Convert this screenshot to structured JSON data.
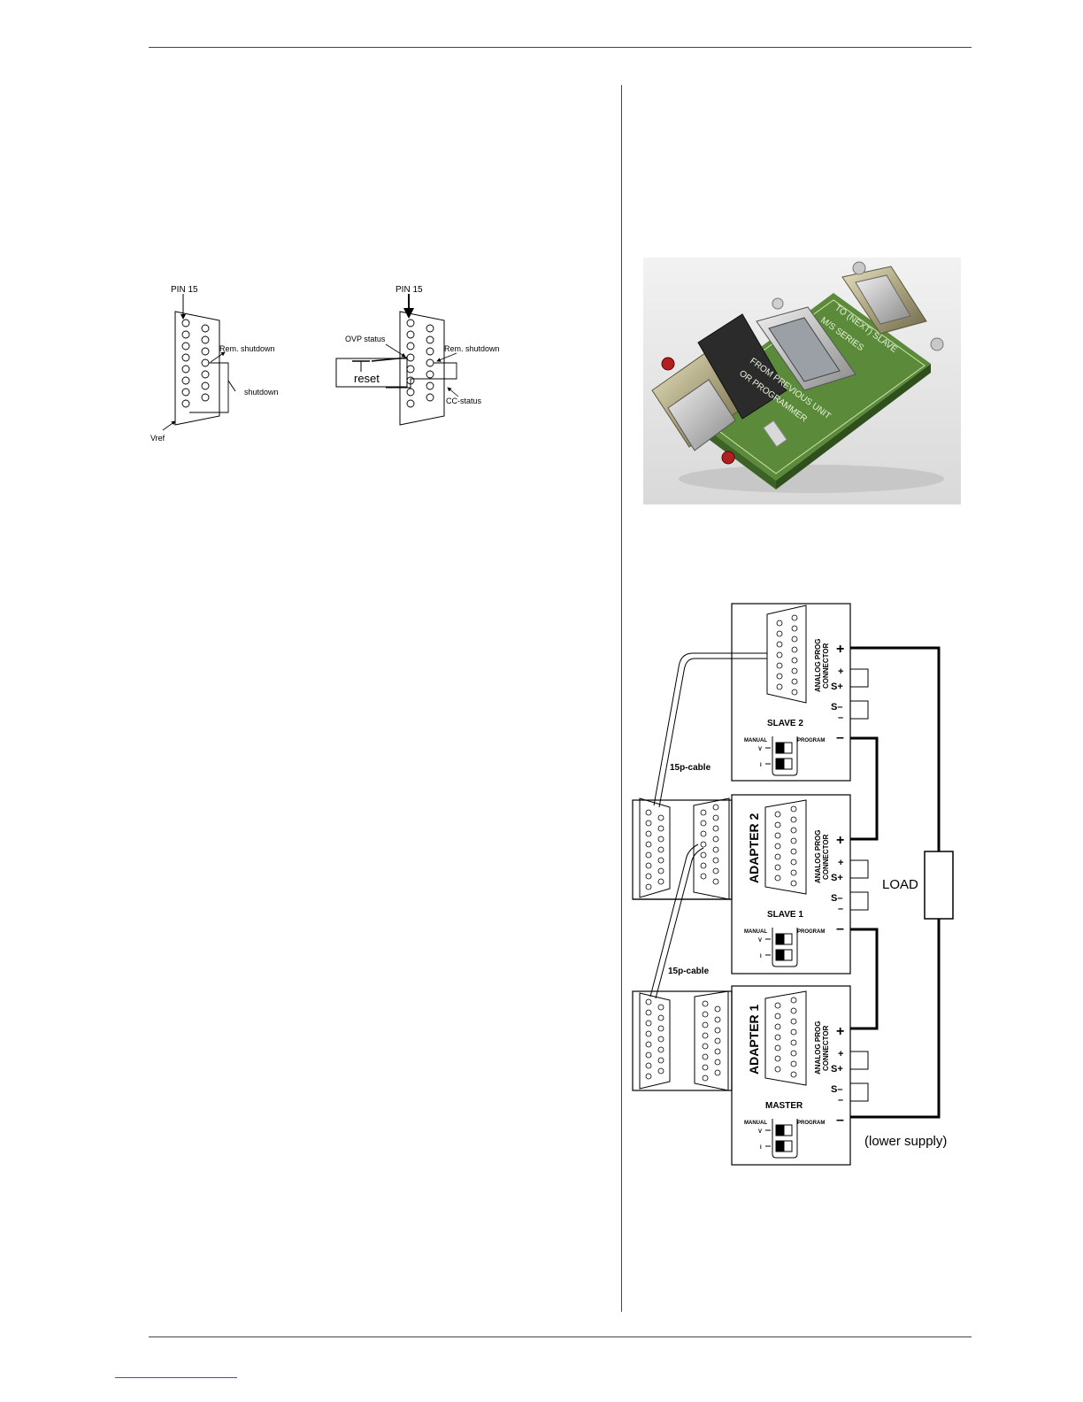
{
  "pin_diagrams": {
    "left": {
      "pin15": "PIN 15",
      "rem_shutdown": "Rem. shutdown",
      "shutdown": "shutdown",
      "vref": "Vref"
    },
    "right": {
      "pin15": "PIN 15",
      "ovp_status": "OVP status",
      "rem_shutdown": "Rem. shutdown",
      "reset": "reset",
      "cc_status": "CC-status"
    }
  },
  "adapter_photo": {
    "label_top": "TO (NEXT) SLAVE",
    "label_series": "M/S SERIES",
    "label_from": "FROM PREVIOUS UNIT",
    "label_prog": "OR PROGRAMMER",
    "icon": "db15-adapter-board-photo"
  },
  "wiring": {
    "slave2": {
      "name": "SLAVE 2",
      "connector": [
        "ANALOG PROG",
        "CONNECTOR"
      ],
      "manual": "MANUAL",
      "program": "PROGRAM",
      "v": "V",
      "i": "I"
    },
    "slave1": {
      "name": "SLAVE 1",
      "manual": "MANUAL",
      "program": "PROGRAM",
      "v": "V",
      "i": "I"
    },
    "master": {
      "name": "MASTER",
      "manual": "MANUAL",
      "program": "PROGRAM",
      "v": "V",
      "i": "I"
    },
    "adapter2": {
      "name": "ADAPTER 2",
      "connector": [
        "ANALOG PROG",
        "CONNECTOR"
      ]
    },
    "adapter1": {
      "name": "ADAPTER 1",
      "connector": [
        "ANALOG PROG",
        "CONNECTOR"
      ]
    },
    "cable_top": "15p-cable",
    "cable_bottom": "15p-cable",
    "load": "LOAD",
    "lower_supply": "(lower supply)",
    "terms": {
      "plus": "+",
      "s_plus": "S+",
      "s_minus": "S–",
      "minus": "–"
    }
  }
}
